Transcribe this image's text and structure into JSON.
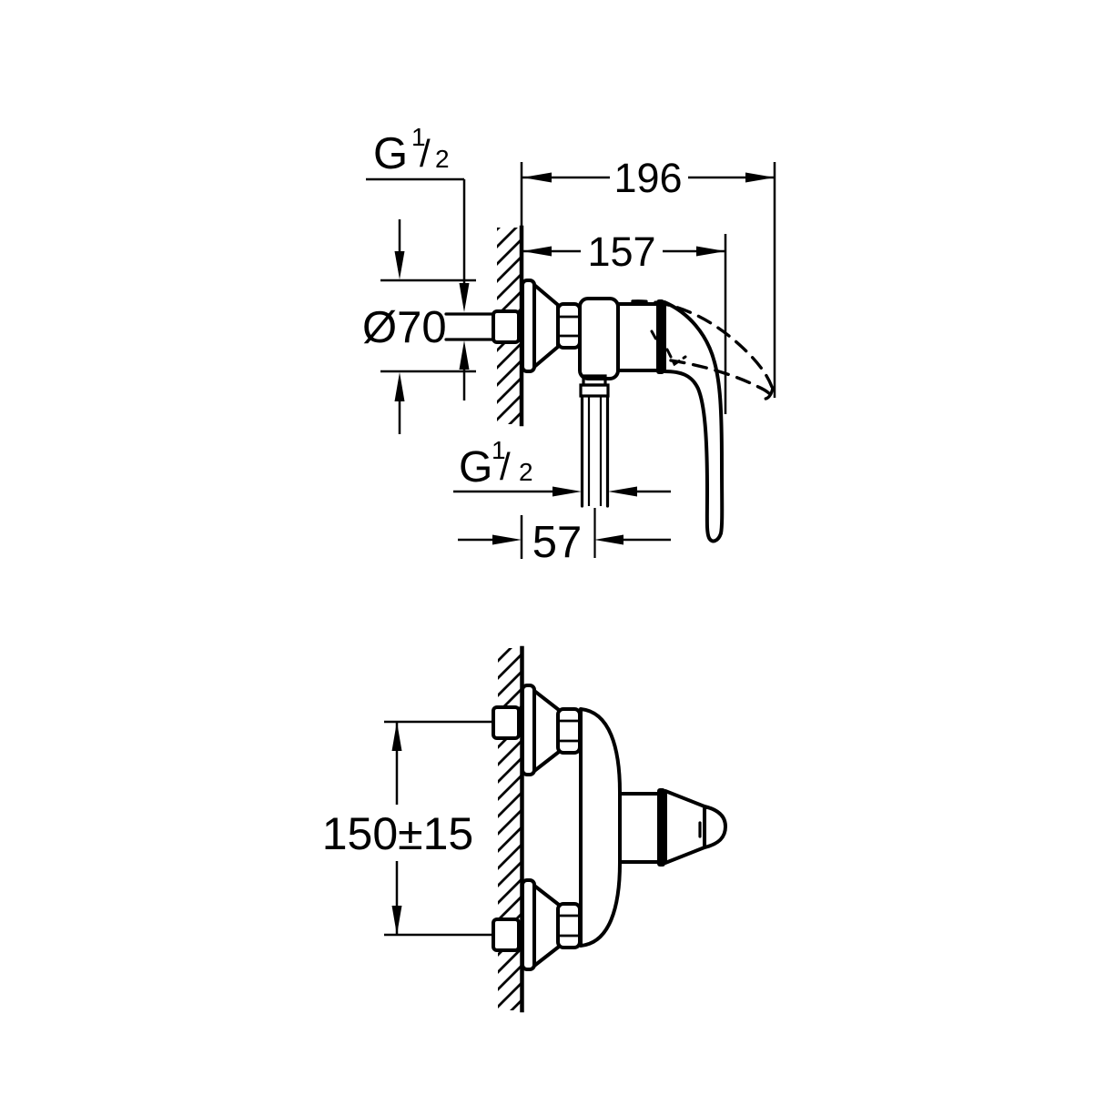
{
  "drawing": {
    "background": "#ffffff",
    "line_color": "#000000",
    "views": {
      "side": {
        "labels": {
          "inlet_thread": {
            "symbol": "G",
            "numerator": "1",
            "fraction_slash": "/",
            "denominator": "2"
          },
          "total_projection": "196",
          "projection_to_handle": "157",
          "escutcheon_diameter": "Ø70",
          "outlet_thread": {
            "symbol": "G",
            "numerator": "1",
            "fraction_slash": "/",
            "denominator": "2"
          },
          "outlet_wall_offset": "57"
        }
      },
      "plan": {
        "labels": {
          "connection_spacing": "150±15"
        }
      }
    }
  }
}
